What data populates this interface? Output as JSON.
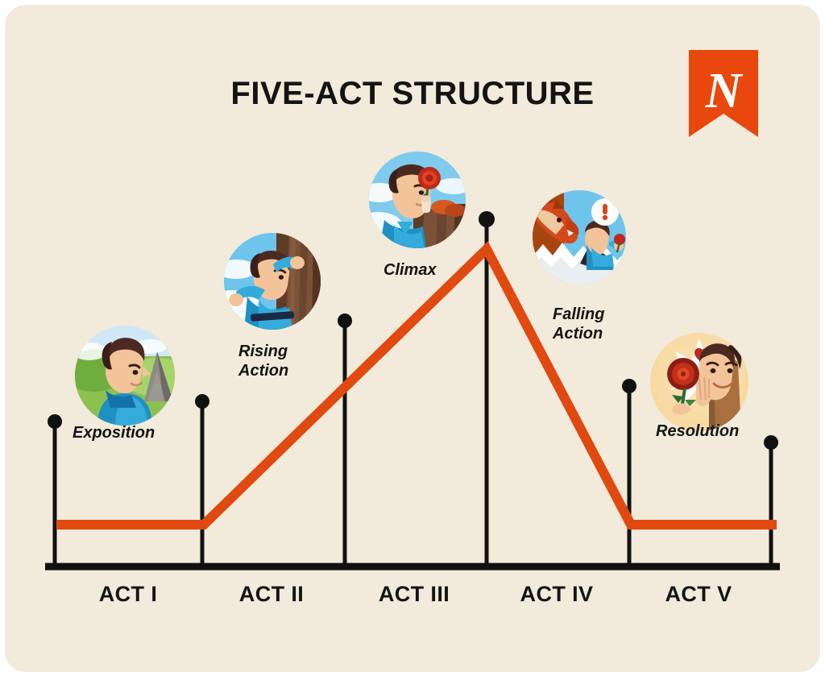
{
  "page": {
    "title": "FIVE-ACT STRUCTURE",
    "background_color": "#F2EADA",
    "accent_color": "#E0490F",
    "text_color": "#141414"
  },
  "logo": {
    "name": "bookmark-logo",
    "letter": "N",
    "shape": "bookmark-ribbon",
    "fill": "#E8470E",
    "letter_color": "#FFFFFF"
  },
  "stages": [
    {
      "id": "exposition",
      "label": "Exposition",
      "act": "ACT I"
    },
    {
      "id": "rising",
      "label": "Rising\nAction",
      "act": "ACT II"
    },
    {
      "id": "climax",
      "label": "Climax",
      "act": "ACT III"
    },
    {
      "id": "falling",
      "label": "Falling\nAction",
      "act": "ACT IV"
    },
    {
      "id": "resolution",
      "label": "Resolution",
      "act": "ACT V"
    }
  ],
  "acts": [
    {
      "label": "ACT I"
    },
    {
      "label": "ACT II"
    },
    {
      "label": "ACT III"
    },
    {
      "label": "ACT IV"
    },
    {
      "label": "ACT V"
    }
  ],
  "illustrations": [
    {
      "id": "illus-exposition",
      "name": "exposition-illustration",
      "desc": "Person in blue robe before green hills and grey rock"
    },
    {
      "id": "illus-rising",
      "name": "rising-action-illustration",
      "desc": "Person in blue climbing a brown cliff against blue sky"
    },
    {
      "id": "illus-climax",
      "name": "climax-illustration",
      "desc": "Person in blue holding a red rose atop the cliff"
    },
    {
      "id": "illus-falling",
      "name": "falling-action-illustration",
      "desc": "Red dragon chasing a running person holding a rose, exclamation bubble"
    },
    {
      "id": "illus-resolution",
      "name": "resolution-illustration",
      "desc": "Person in brown admiring a red rose with a heart sparkle"
    }
  ],
  "chart_data": {
    "type": "line",
    "title": "FIVE-ACT STRUCTURE",
    "xlabel": "",
    "ylabel": "",
    "categories": [
      "ACT I",
      "ACT II",
      "ACT III",
      "ACT IV",
      "ACT V"
    ],
    "point_labels": [
      "Exposition",
      "Rising Action",
      "Climax",
      "Falling Action",
      "Resolution"
    ],
    "x": [
      0,
      1,
      2,
      3,
      4
    ],
    "values": [
      0,
      0,
      1,
      0,
      0
    ],
    "description": "Tension arc: flat through Act I, rising through Acts II-III to the climax at the Act III / Act IV boundary, falling through Act IV, flat again through Act V.",
    "line_color": "#E0490F",
    "line_width": 11,
    "axis_color": "#111111",
    "grid": false,
    "legend": false,
    "marker_color": "#111111",
    "marker_labels_italic": true
  }
}
